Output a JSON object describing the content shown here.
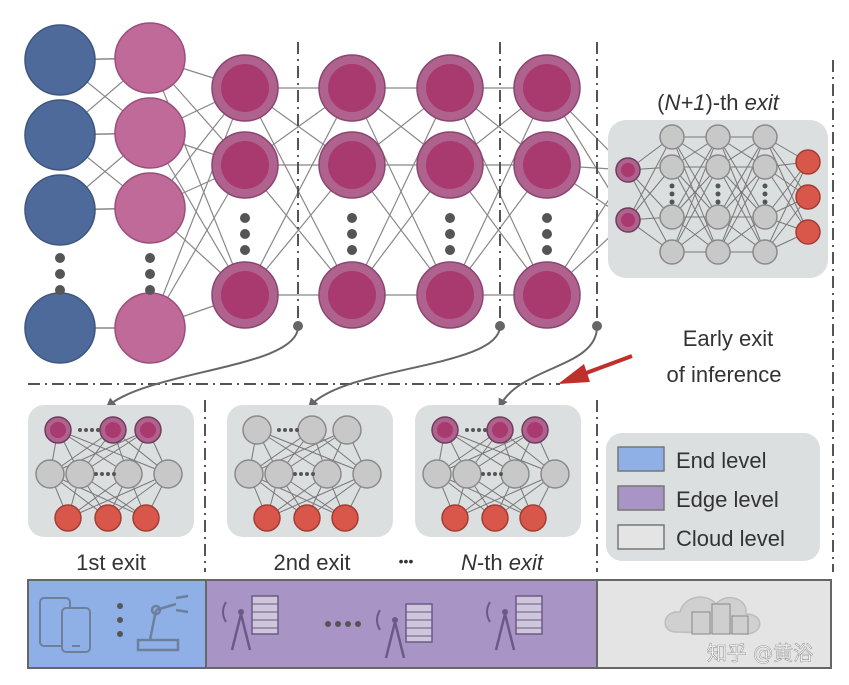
{
  "labels": {
    "top_exit_prefix": "(",
    "top_exit_var": "N+1",
    "top_exit_suffix": ")-th ",
    "top_exit_word": "exit",
    "early_exit_line1": "Early exit",
    "early_exit_line2": "of inference",
    "first_exit": "1st exit",
    "second_exit": "2nd exit",
    "ellipsis": "•••",
    "nth_exit_var": "N",
    "nth_exit_suffix": "-th ",
    "nth_exit_word": "exit",
    "watermark": "知乎 @黄浴"
  },
  "legend": [
    {
      "label": "End level",
      "color": "#8EB0E6"
    },
    {
      "label": "Edge level",
      "color": "#A994C6"
    },
    {
      "label": "Cloud level",
      "color": "#E4E4E4"
    }
  ],
  "colors": {
    "end_node": "#4E6A9A",
    "pink_node": "#C06A9A",
    "magenta_outer": "#B0628E",
    "magenta_inner": "#A83A70",
    "gray_node": "#C8C8C8",
    "red_node": "#D9574A",
    "panel": "#DCDFE0",
    "end_band": "#8EB0E6",
    "edge_band": "#A994C6",
    "cloud_band": "#E4E4E4",
    "arrow_red": "#C0302A"
  },
  "icons": [
    "tablet-icon",
    "robot-arm-icon",
    "edge-server-icon",
    "cloud-server-icon"
  ]
}
